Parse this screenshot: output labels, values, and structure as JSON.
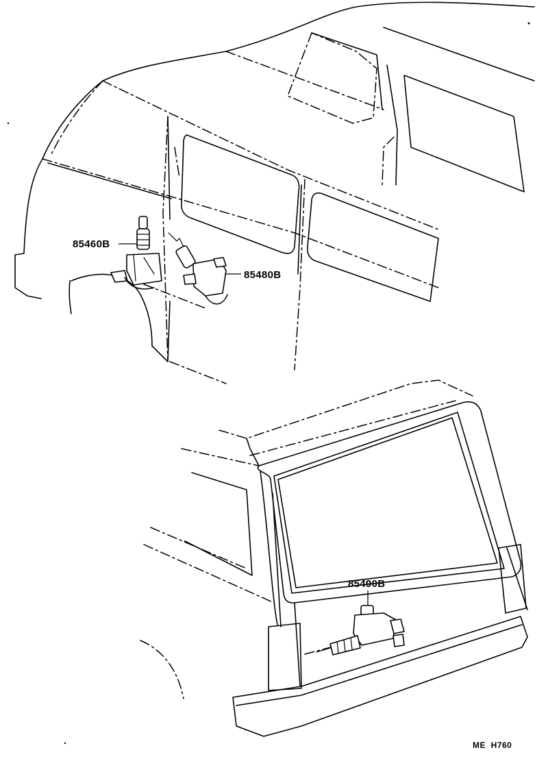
{
  "diagram": {
    "parts": [
      {
        "id": "front-door-lock-actuator",
        "label": "85460B"
      },
      {
        "id": "slide-door-lock-actuator",
        "label": "85480B"
      },
      {
        "id": "back-door-lock-actuator",
        "label": "85490B"
      }
    ],
    "drawing_code": "ME  H760"
  }
}
